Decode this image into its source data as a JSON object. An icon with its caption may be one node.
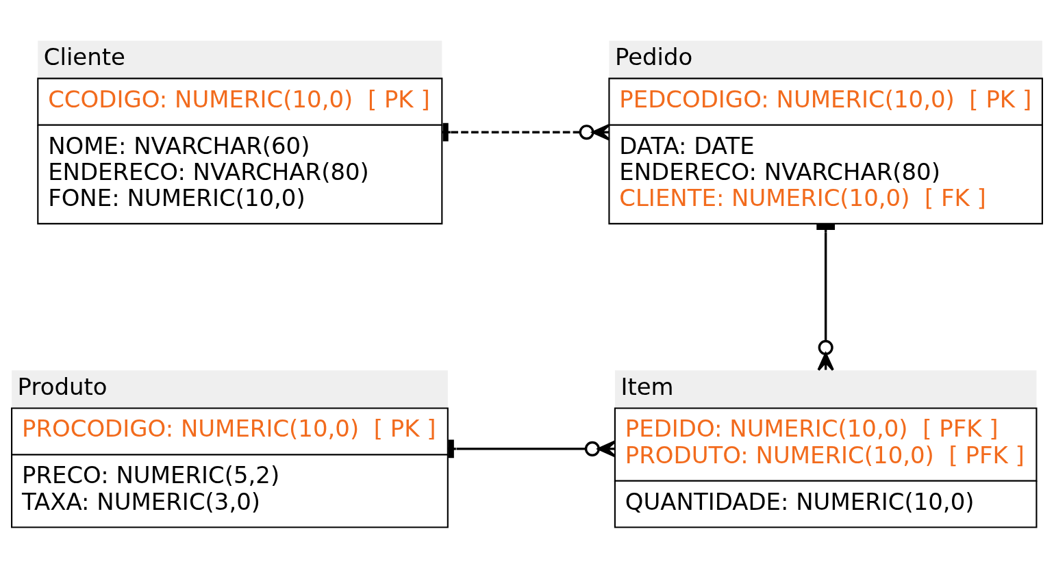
{
  "diagram": {
    "nodes": [
      {
        "text": [
          "Cliente",
          "CCODIGO: NUMERIC(10,0)  [ PK ]",
          "NOME: NVARCHAR(60)",
          "ENDERECO: NVARCHAR(80)",
          "FONE: NUMERIC(10,0)"
        ]
      },
      {
        "text": [
          "Pedido",
          "PEDCODIGO: NUMERIC(10,0)  [ PK ]",
          "DATA: DATE",
          "ENDERECO: NVARCHAR(80)",
          "CLIENTE: NUMERIC(10,0)  [ FK ]"
        ]
      },
      {
        "text": [
          "Produto",
          "PROCODIGO: NUMERIC(10,0)  [ PK ]",
          "PRECO: NUMERIC(5,2)",
          "TAXA: NUMERIC(3,0)"
        ]
      },
      {
        "text": [
          "Item",
          "PEDIDO: NUMERIC(10,0)  [ PFK ]",
          "PRODUTO: NUMERIC(10,0)  [ PFK ]",
          "QUANTIDADE: NUMERIC(10,0)"
        ]
      }
    ],
    "edges": [
      {
        "from": 0,
        "to": 1,
        "arrow": "other",
        "style": "dashed"
      },
      {
        "from": 1,
        "to": 3,
        "arrow": "other"
      },
      {
        "from": 2,
        "to": 3,
        "arrow": "other"
      }
    ]
  }
}
